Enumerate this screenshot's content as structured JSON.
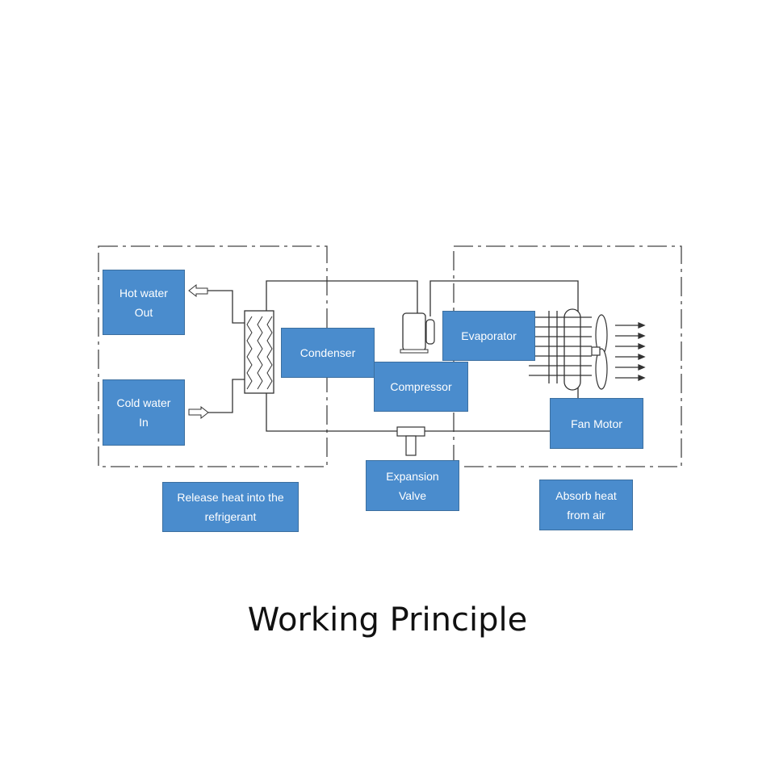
{
  "title": "Working Principle",
  "boxes": {
    "hot_water_out": "Hot water\nOut",
    "cold_water_in": "Cold water\nIn",
    "condenser": "Condenser",
    "compressor": "Compressor",
    "evaporator": "Evaporator",
    "fan_motor": "Fan Motor",
    "expansion_valve": "Expansion\nValve",
    "release_heat": "Release heat into the\nrefrigerant",
    "absorb_heat": "Absorb heat\nfrom air"
  },
  "colors": {
    "box_fill": "#4a8ccd",
    "box_border": "#3c6f9f",
    "line": "#333333",
    "dash_border": "#444444"
  }
}
